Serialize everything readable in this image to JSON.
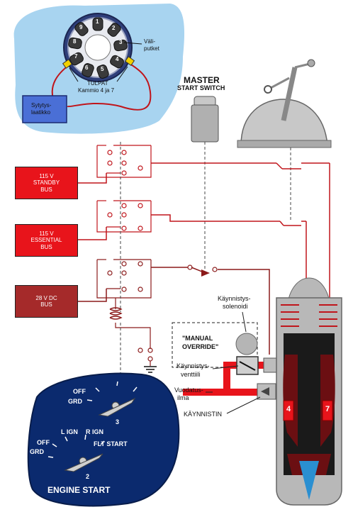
{
  "inset": {
    "tulpat": "TULPAT",
    "kammio": "Kammio 4 ja 7",
    "valiputket_1": "Väli-",
    "valiputket_2": "putket",
    "sytytys_1": "Sytytys-",
    "sytytys_2": "laatikko",
    "cylinders": [
      "1",
      "2",
      "3",
      "4",
      "5",
      "6",
      "7",
      "8",
      "9"
    ]
  },
  "master_switch": {
    "line1": "MASTER",
    "line2": "START SWITCH"
  },
  "buses": [
    {
      "line1": "115 V",
      "line2": "STANDBY",
      "line3": "BUS"
    },
    {
      "line1": "115 V",
      "line2": "ESSENTIAL",
      "line3": "BUS"
    },
    {
      "line1": "28 V DC",
      "line2": "BUS",
      "line3": ""
    }
  ],
  "labels": {
    "solenoid_1": "Käynnistys-",
    "solenoid_2": "solenoidi",
    "manual_1": "\"MANUAL",
    "manual_2": "OVERRIDE\"",
    "valve_1": "Käynnistys-",
    "valve_2": "venttiili",
    "bleed_1": "Vuodatus-",
    "bleed_2": "ilma",
    "starter": "KÄYNNISTIN"
  },
  "engine": {
    "chamber_left": "4",
    "chamber_right": "7"
  },
  "panel": {
    "title": "ENGINE START",
    "sw3_off": "OFF",
    "sw3_grd": "GRD",
    "sw3_num": "3",
    "sw2_off": "OFF",
    "sw2_grd": "GRD",
    "sw2_lign": "L IGN",
    "sw2_rign": "R IGN",
    "sw2_flt": "FLT START",
    "sw2_num": "2"
  },
  "colors": {
    "wire_red": "#c0151b",
    "wire_dark": "#8b1a1a",
    "bus_red": "#e8141b",
    "bus_dark": "#a52a2a",
    "panel_blue": "#0b2a6e",
    "inset_blue": "#a8d4f0"
  }
}
